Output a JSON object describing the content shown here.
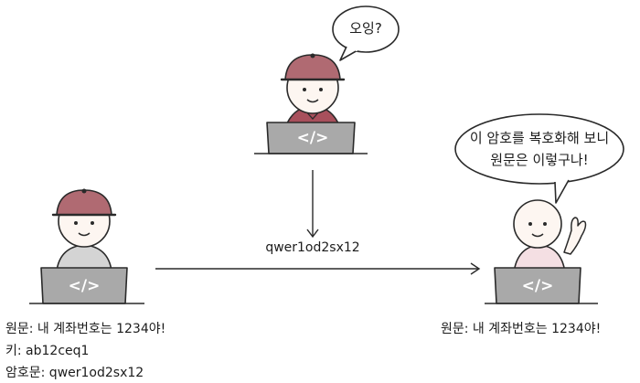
{
  "eavesdropper": {
    "speech": "오잉?"
  },
  "receiver": {
    "speech_line1": "이 암호를 복호화해 보니",
    "speech_line2": "원문은 이렇구나!",
    "plaintext": "원문:  내 계좌번호는 1234야!"
  },
  "sender": {
    "plaintext": "원문: 내 계좌번호는 1234야!",
    "key": "키: ab12ceq1",
    "ciphertext": "암호문: qwer1od2sx12"
  },
  "laptop_icon_label": "</>",
  "transmitted_ciphertext": "qwer1od2sx12",
  "colors": {
    "cap": "#b06a72",
    "cap_brim": "#9a5760",
    "shirt_eavesdropper": "#a8505c",
    "shirt_sender": "#d4d4d4",
    "shirt_receiver": "#f4dfe3",
    "skin": "#fdf6f1",
    "laptop": "#a9a9a9",
    "line": "#2a2a2a"
  }
}
